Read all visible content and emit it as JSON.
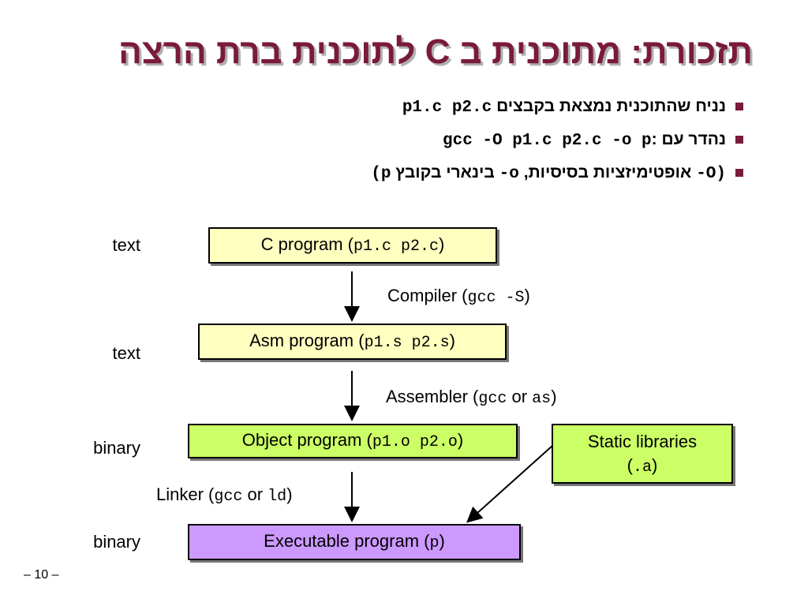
{
  "title": {
    "text": "תזכורת: מתוכנית ב C לתוכנית ברת הרצה"
  },
  "bullets": [
    {
      "text": "נניח שהתוכנית נמצאת בקבצים",
      "code": "p1.c p2.c"
    },
    {
      "text": "נהדר עם",
      "code": "gcc -O p1.c p2.c -o p",
      "suffix": ":"
    },
    {
      "code_a": "-O)",
      "text_a": "אופטימיזציות בסיסיות,",
      "code_b": "-o",
      "text_b": "בינארי בקובץ",
      "code_c": "(p"
    }
  ],
  "diagram": {
    "kinds": [
      "text",
      "text",
      "binary",
      "binary"
    ],
    "nodes": {
      "c_program": {
        "label": "C program (",
        "code": "p1.c p2.c",
        "close": ")"
      },
      "asm_program": {
        "label": "Asm program (",
        "code": "p1.s p2.s",
        "close": ")"
      },
      "object_program": {
        "label": "Object program (",
        "code": "p1.o p2.o",
        "close": ")"
      },
      "static_libraries": {
        "label": "Static libraries",
        "code": ".a",
        "open": "(",
        "close": ")"
      },
      "executable_program": {
        "label": "Executable program (",
        "code": "p",
        "close": ")"
      }
    },
    "edges": {
      "compiler": {
        "label": "Compiler (",
        "code": "gcc -S",
        "close": ")"
      },
      "assembler": {
        "label": "Assembler (",
        "code_a": "gcc",
        "mid": " or ",
        "code_b": "as",
        "close": ")"
      },
      "linker": {
        "label": "Linker (",
        "code_a": "gcc",
        "mid": " or ",
        "code_b": "ld",
        "close": ")"
      }
    },
    "colors": {
      "text_box": "#ffffc0",
      "object_box": "#ccff66",
      "library_box": "#ccff66",
      "exe_box": "#cc99ff",
      "title": "#7a1a3c"
    }
  },
  "page_number": "– 10 –"
}
